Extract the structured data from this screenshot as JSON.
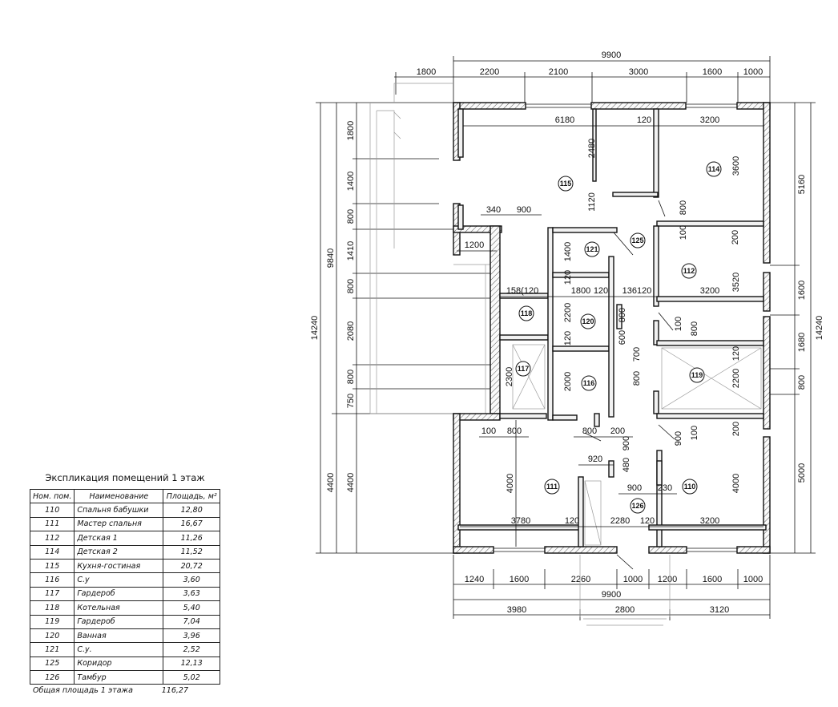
{
  "dimensions": {
    "top_overall": "9900",
    "top_chain": [
      "1800",
      "2200",
      "2100",
      "3000",
      "1600",
      "1000"
    ],
    "bottom_chain1": [
      "1240",
      "1600",
      "2260",
      "1000",
      "1200",
      "1600",
      "1000"
    ],
    "bottom_overall": "9900",
    "bottom_chain2": [
      "3980",
      "2800",
      "3120"
    ],
    "left_overall": "14240",
    "left_second": "9840",
    "left_bottom": "4400",
    "left_chain": [
      "1800",
      "1400",
      "800",
      "1410",
      "800",
      "2080",
      "800",
      "750",
      "4400"
    ],
    "right_overall": "14240",
    "right_chain": [
      "5160",
      "1600",
      "1680",
      "800",
      "5000"
    ],
    "interior": [
      "6180",
      "120",
      "3200",
      "2480",
      "3600",
      "340",
      "900",
      "1120",
      "800",
      "100",
      "200",
      "1200",
      "1400",
      "158(120",
      "120",
      "1800",
      "120",
      "136120",
      "3200",
      "3520",
      "2200",
      "800",
      "100",
      "800",
      "600",
      "700",
      "120",
      "2300",
      "2000",
      "800",
      "2200",
      "120",
      "100",
      "800",
      "800",
      "200",
      "900",
      "900",
      "100",
      "200",
      "920",
      "480",
      "900",
      "230",
      "4000",
      "4000",
      "3780",
      "120",
      "2280",
      "120",
      "3200"
    ]
  },
  "rooms": [
    "110",
    "111",
    "112",
    "114",
    "115",
    "116",
    "117",
    "118",
    "119",
    "120",
    "121",
    "125",
    "126"
  ],
  "explication": {
    "title": "Экспликация помещений 1 этаж",
    "headers": [
      "Ном. пом.",
      "Наименование",
      "Площадь, м²"
    ],
    "rows": [
      [
        "110",
        "Спальня бабушки",
        "12,80"
      ],
      [
        "111",
        "Мастер спальня",
        "16,67"
      ],
      [
        "112",
        "Детская 1",
        "11,26"
      ],
      [
        "114",
        "Детская 2",
        "11,52"
      ],
      [
        "115",
        "Кухня-гостиная",
        "20,72"
      ],
      [
        "116",
        "С.у",
        "3,60"
      ],
      [
        "117",
        "Гардероб",
        "3,63"
      ],
      [
        "118",
        "Котельная",
        "5,40"
      ],
      [
        "119",
        "Гардероб",
        "7,04"
      ],
      [
        "120",
        "Ванная",
        "3,96"
      ],
      [
        "121",
        "С.у.",
        "2,52"
      ],
      [
        "125",
        "Коридор",
        "12,13"
      ],
      [
        "126",
        "Тамбур",
        "5,02"
      ]
    ],
    "total_label": "Общая площадь 1 этажа",
    "total_value": "116,27"
  }
}
